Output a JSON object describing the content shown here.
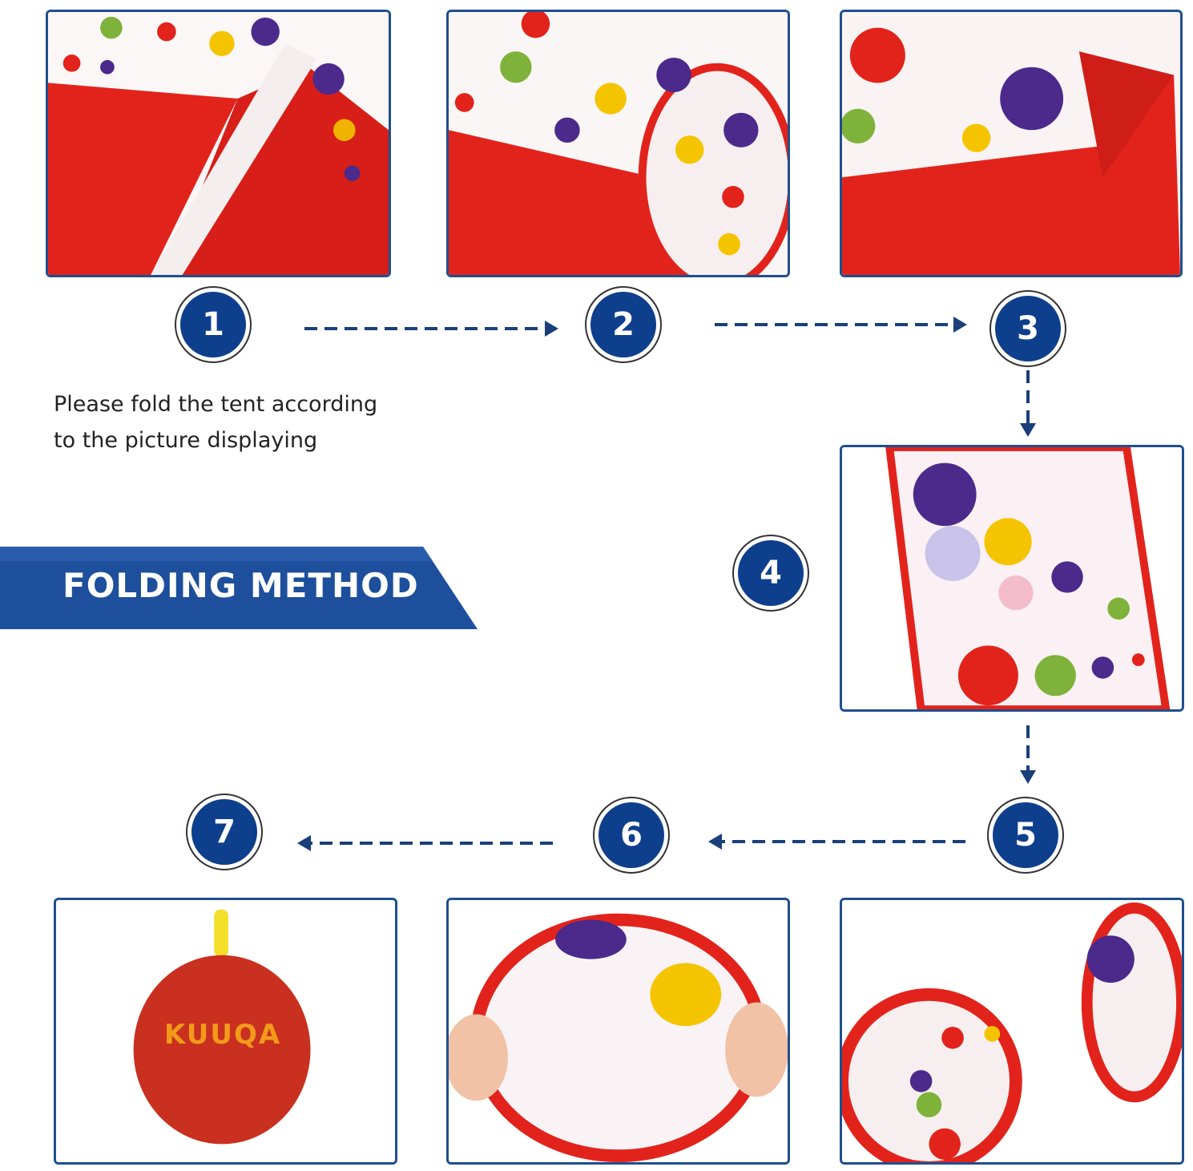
{
  "title": "FOLDING METHOD",
  "instruction": {
    "line1": "Please fold the tent according",
    "line2": "to the picture displaying"
  },
  "steps": [
    "1",
    "2",
    "3",
    "4",
    "5",
    "6",
    "7"
  ],
  "bag_logo": "KUUQA",
  "colors": {
    "accent_blue": "#0e3f8c",
    "tent_red": "#e0211b",
    "panel_border": "#1f4f8f"
  }
}
